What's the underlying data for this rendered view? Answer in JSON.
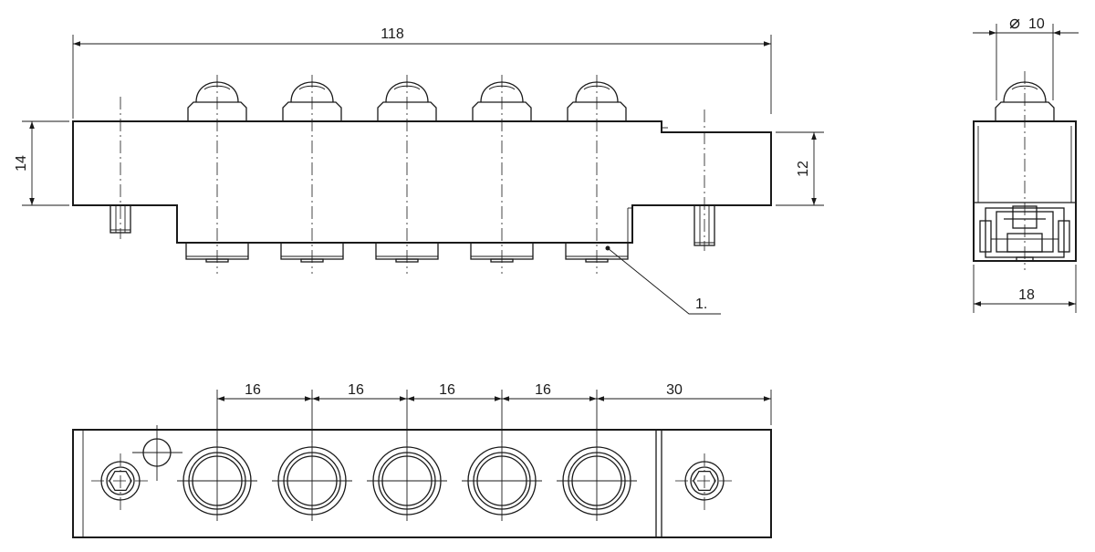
{
  "dimensions": {
    "total_length": "118",
    "left_height": "14",
    "right_height": "12",
    "ball_diameter": "10",
    "side_width": "18",
    "pitch_1": "16",
    "pitch_2": "16",
    "pitch_3": "16",
    "pitch_4": "16",
    "end_offset": "30"
  },
  "callout": {
    "label": "1."
  },
  "symbols": {
    "diameter": "⌀"
  }
}
